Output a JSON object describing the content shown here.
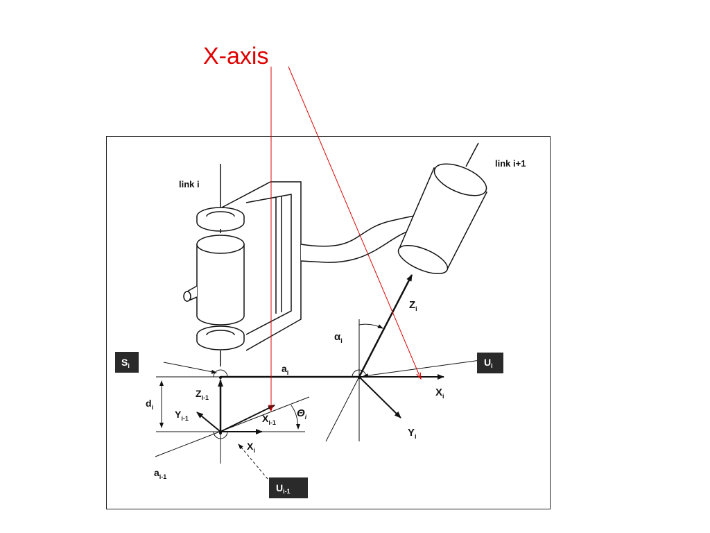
{
  "annotation": {
    "text": "X-axis",
    "color": "#e00000"
  },
  "labels": {
    "link_i": "link i",
    "link_i_plus_1": "link i+1",
    "a_i": "a",
    "a_i_sub": "i",
    "alpha": "α",
    "alpha_sub": "i",
    "theta": "Θ",
    "theta_sub": "i",
    "d": "d",
    "d_sub": "i",
    "Z_i": "Z",
    "Z_i_sub": "i",
    "X_i": "X",
    "X_i_sub": "i",
    "Y_i": "Y",
    "Y_i_sub": "i",
    "Z_prev": "Z",
    "Z_prev_sub": "i-1",
    "Y_prev": "Y",
    "Y_prev_sub": "i-1",
    "X_prev": "X",
    "X_prev_sub": "i-1",
    "X_i_lower": "X",
    "X_i_lower_sub": "i",
    "a_prev": "a",
    "a_prev_sub": "i-1"
  },
  "boxes": {
    "S": "S",
    "S_sub": "i",
    "U": "U",
    "U_sub": "i",
    "U_prev": "U",
    "U_prev_sub": "i-1"
  }
}
